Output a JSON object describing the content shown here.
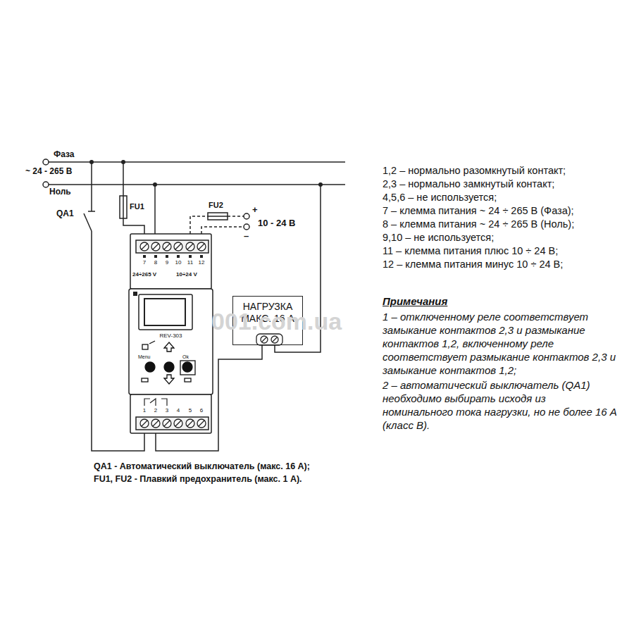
{
  "diagram": {
    "nodes": [
      {
        "text": [
          "REV-303"
        ]
      },
      {
        "text": [
          "НАГРУЗКА МАКС. 16 А"
        ]
      }
    ],
    "edges": [
      {
        "from": 0,
        "to": 1,
        "arrow": "none"
      }
    ],
    "labels": [
      "Фаза",
      "~ 24 - 265 В",
      "Ноль",
      "QA1",
      "FU1",
      "FU2",
      "+",
      "10 - 24 В",
      "–",
      "7",
      "8",
      "9",
      "10",
      "11",
      "12",
      "24÷265 V",
      "10÷24 V",
      "Menu",
      "Ok",
      "1",
      "2",
      "3",
      "4",
      "5",
      "6",
      "QA1 - Автоматический выключатель (макс. 16 А);",
      "FU1, FU2 - Плавкий предохранитель (макс. 1 А).",
      "1,2 – нормально разомкнутый контакт;",
      "2,3 – нормально замкнутый контакт;",
      "4,5,6 – не используется;",
      "7 – клемма питания ~ 24 ÷ 265 В (Фаза);",
      "8 – клемма питания ~ 24 ÷ 265 В (Ноль);",
      "9,10 – не используется;",
      "11 – клемма питания плюс 10 ÷ 24 В;",
      "12 – клемма питания минус 10 ÷ 24 В;",
      "Примечания",
      "1 – отключенному реле соответствует замыкание контактов 2,3 и размыкание контактов 1,2, включенному реле соответствует размыкание контактов 2,3 и замыкание контактов 1,2;",
      "2 – автоматический выключатель (QA1) необходимо выбирать исходя из номинального тока нагрузки, но не более 16 А (класс В).",
      "001.com.ua"
    ]
  }
}
